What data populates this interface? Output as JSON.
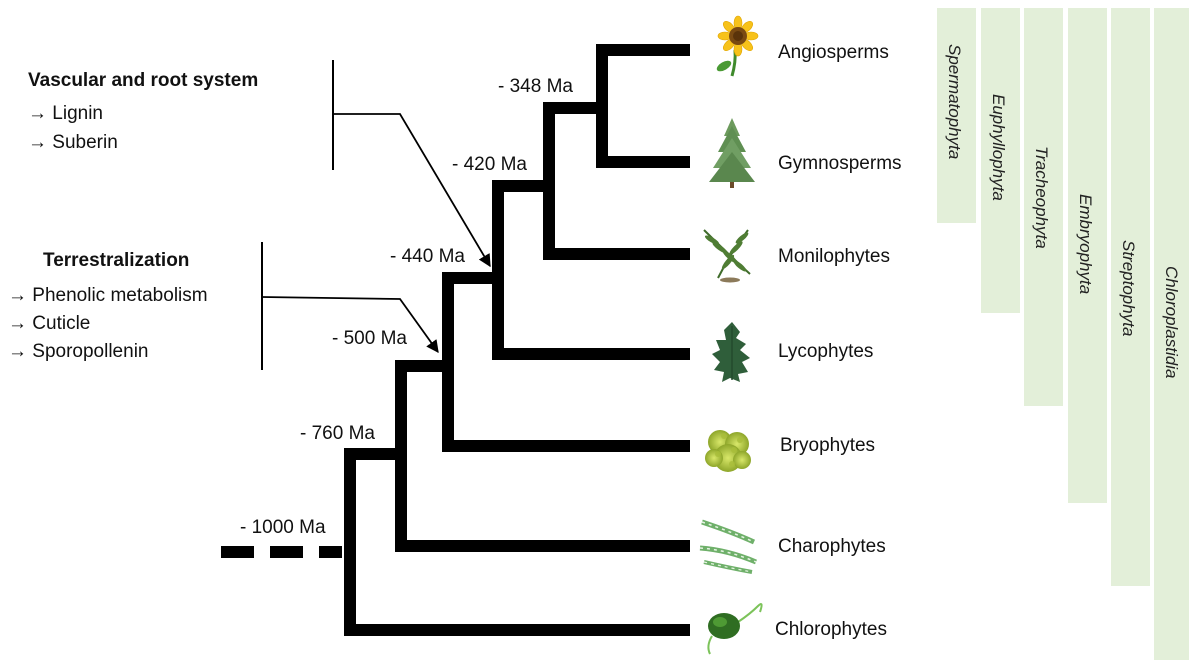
{
  "annotations": {
    "vascular": {
      "title": "Vascular and root system",
      "items": [
        "→ Lignin",
        "→ Suberin"
      ]
    },
    "terrestrial": {
      "title": "Terrestralization",
      "items": [
        "→ Phenolic metabolism",
        "→ Cuticle",
        "→ Sporopollenin"
      ]
    }
  },
  "nodes": {
    "root": "- 1000 Ma",
    "n760": "- 760 Ma",
    "n500": "- 500 Ma",
    "n440": "- 440 Ma",
    "n420": "- 420 Ma",
    "n348": "- 348 Ma"
  },
  "taxa": [
    {
      "label": "Angiosperms",
      "icon": "sunflower-icon"
    },
    {
      "label": "Gymnosperms",
      "icon": "conifer-icon"
    },
    {
      "label": "Monilophytes",
      "icon": "fern-icon"
    },
    {
      "label": "Lycophytes",
      "icon": "lycophyte-icon"
    },
    {
      "label": "Bryophytes",
      "icon": "moss-icon"
    },
    {
      "label": "Charophytes",
      "icon": "charophyte-algae-icon"
    },
    {
      "label": "Chlorophytes",
      "icon": "chlorophyte-algae-icon"
    }
  ],
  "clades": [
    "Spermatophyta",
    "Euphyllophyta",
    "Tracheophyta",
    "Embryophyta",
    "Streptophyta",
    "Chloroplastidia"
  ],
  "colors": {
    "branch": "#000000",
    "clade_bar": "#e3efd9"
  }
}
